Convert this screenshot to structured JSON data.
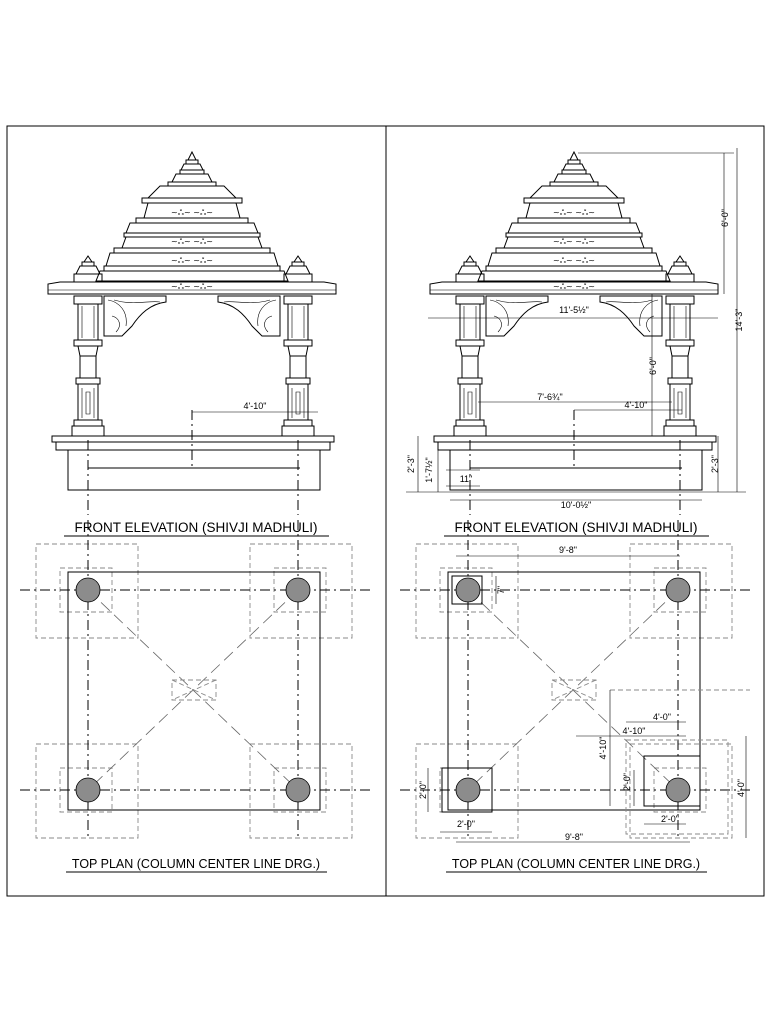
{
  "left_panel": {
    "elevation_title": "FRONT ELEVATION (SHIVJI MADHULI)",
    "plan_title": "TOP PLAN (COLUMN CENTER LINE DRG.)",
    "dim_half_width": "4'-10\""
  },
  "right_panel": {
    "elevation_title": "FRONT ELEVATION (SHIVJI MADHULI)",
    "plan_title": "TOP PLAN (COLUMN CENTER LINE DRG.)",
    "dim_dome_height": "6'-0\"",
    "dim_total_height": "14'-3\"",
    "dim_roof_width": "11'-5½\"",
    "dim_pillar_height": "6'-0\"",
    "dim_inner_width": "7'-6¾\"",
    "dim_half_width": "4'-10\"",
    "dim_base_left": "2'-3\"",
    "dim_base_right": "2'-3\"",
    "dim_step": "1'-7½\"",
    "dim_step_small": "11\"",
    "dim_base_width": "10'-0½\"",
    "plan_dim_top": "9'-8\"",
    "plan_dim_column": "7\"",
    "plan_dim_four_a": "4'-0\"",
    "plan_dim_four_b": "4'-10\"",
    "plan_dim_vertical_four_ten": "4'-10\"",
    "plan_dim_vertical_two_a": "2'-0\"",
    "plan_dim_vertical_two_b": "2'-0\"",
    "plan_dim_right_four": "4'-0\"",
    "plan_dim_right_two": "2'-0\"",
    "plan_dim_bottom_two": "2'-0\"",
    "plan_dim_bottom": "9'-8\""
  }
}
